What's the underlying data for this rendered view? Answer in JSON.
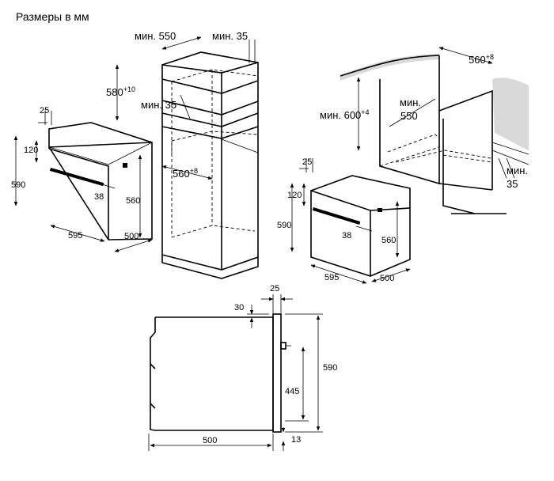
{
  "title": "Размеры в мм",
  "cabinet": {
    "depth_min": "мин. 550",
    "back_min": "мин. 35",
    "height": "580",
    "height_tol": "+10",
    "gap_min": "мин. 35",
    "width": "560",
    "width_tol": "+8"
  },
  "undercounter": {
    "height_min": "мин. 600",
    "height_tol": "+4",
    "depth_min_l1": "мин.",
    "depth_min_l2": "550",
    "width": "560",
    "width_tol": "+8",
    "gap_l1": "мин.",
    "gap_l2": "35"
  },
  "oven_left": {
    "d25": "25",
    "d120": "120",
    "d590": "590",
    "d38": "38",
    "d560": "560",
    "d595": "595",
    "d500": "500"
  },
  "oven_right": {
    "d25": "25",
    "d120": "120",
    "d590": "590",
    "d38": "38",
    "d560": "560",
    "d595": "595",
    "d500": "500"
  },
  "side_view": {
    "d25": "25",
    "d30": "30",
    "d590": "590",
    "d445": "445",
    "d500": "500",
    "d13": "13"
  }
}
